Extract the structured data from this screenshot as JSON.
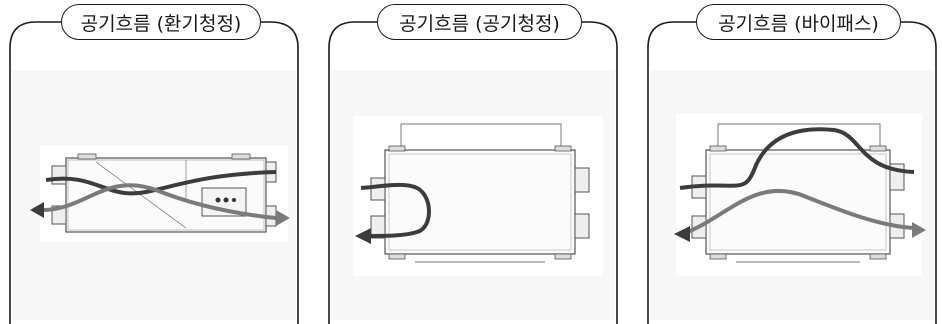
{
  "panels": [
    {
      "title": "공기흐름 (환기청정)",
      "mode": "ventilation-cleaning"
    },
    {
      "title": "공기흐름 (공기청정)",
      "mode": "air-cleaning"
    },
    {
      "title": "공기흐름 (바이패스)",
      "mode": "bypass"
    }
  ],
  "colors": {
    "frame": "#1a1a1a",
    "panel_bg": "#f7f7f7",
    "flow_dark": "#3c3c3c",
    "flow_light": "#7a7a7a",
    "unit_line": "#555555"
  }
}
